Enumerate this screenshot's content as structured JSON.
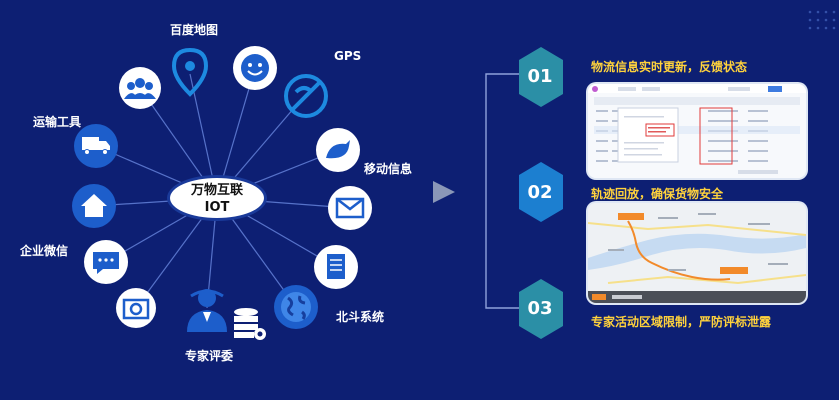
{
  "hub": {
    "line1": "万物互联",
    "line2": "IOT"
  },
  "nodes": {
    "baidu_map": "百度地图",
    "gps": "GPS",
    "transport": "运输工具",
    "mobile_info": "移动信息",
    "enterprise_wechat": "企业微信",
    "beidou": "北斗系统",
    "expert_review": "专家评委"
  },
  "features": [
    {
      "number": "01",
      "caption": "物流信息实时更新，反馈状态"
    },
    {
      "number": "02",
      "caption": "轨迹回放，确保货物安全"
    },
    {
      "number": "03",
      "caption": "专家活动区域限制，严防评标泄露"
    }
  ],
  "colors": {
    "background": "#0d1f73",
    "icon_circle": "#ffffff",
    "icon_blue": "#1d5ecb",
    "caption": "#ffd23c",
    "step_teal": "#2b8fa6",
    "step_blue": "#1c7fd0"
  }
}
